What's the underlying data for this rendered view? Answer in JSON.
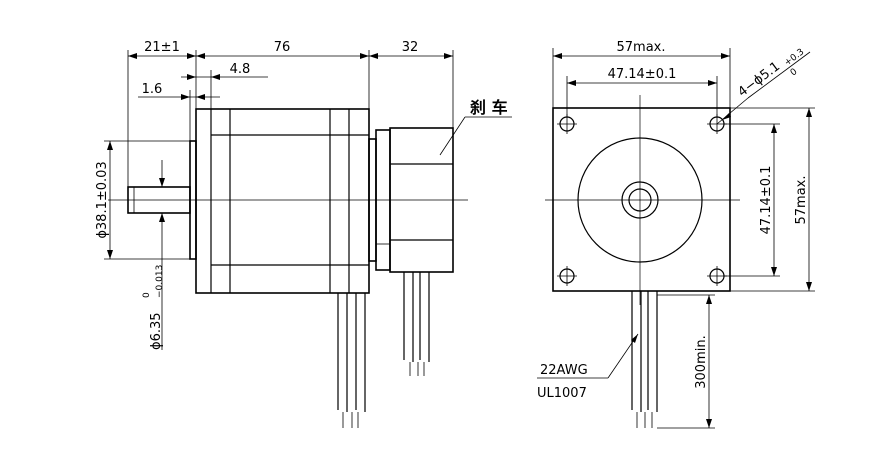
{
  "side_view": {
    "dim_21": "21±1",
    "dim_76": "76",
    "dim_32": "32",
    "dim_48": "4.8",
    "dim_16": "1.6",
    "dim_381": "ϕ38.1±0.03",
    "dim_635_main": "ϕ6.35",
    "dim_635_upper": "0",
    "dim_635_lower": "−0.013",
    "brake_label": "刹 车"
  },
  "front_view": {
    "dim_57_top": "57max.",
    "dim_4714_top": "47.14±0.1",
    "hole_main": "4−ϕ5.1",
    "hole_upper": "+0.3",
    "hole_lower": "0",
    "dim_4714_right": "47.14±0.1",
    "dim_57_right": "57max.",
    "dim_300": "300min.",
    "wire_awg": "22AWG",
    "wire_ul": "UL1007"
  }
}
